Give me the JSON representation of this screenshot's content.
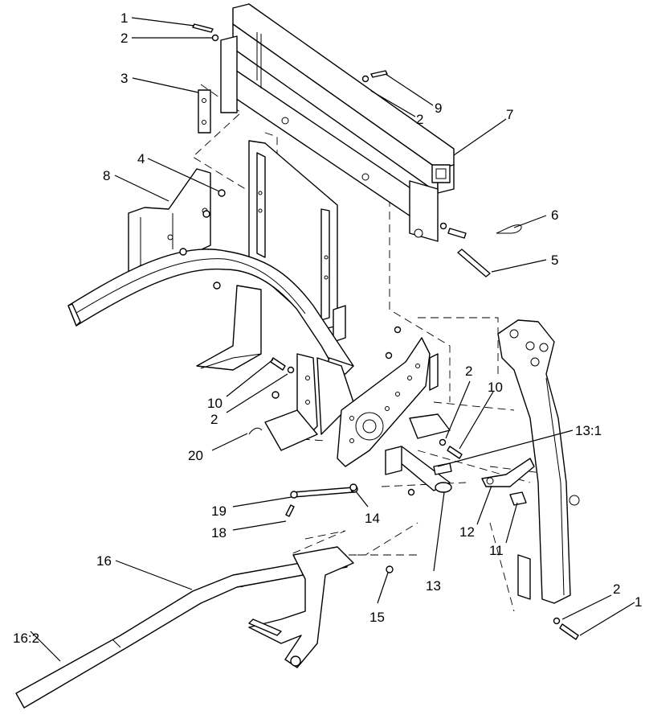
{
  "diagram": {
    "callouts": [
      {
        "id": "c1a",
        "label": "1"
      },
      {
        "id": "c2a",
        "label": "2"
      },
      {
        "id": "c3",
        "label": "3"
      },
      {
        "id": "c9",
        "label": "9"
      },
      {
        "id": "c2b",
        "label": "2"
      },
      {
        "id": "c7",
        "label": "7"
      },
      {
        "id": "c4",
        "label": "4"
      },
      {
        "id": "c8",
        "label": "8"
      },
      {
        "id": "c6",
        "label": "6"
      },
      {
        "id": "c5",
        "label": "5"
      },
      {
        "id": "c2c",
        "label": "2"
      },
      {
        "id": "c10a",
        "label": "10"
      },
      {
        "id": "c10b",
        "label": "10"
      },
      {
        "id": "c2d",
        "label": "2"
      },
      {
        "id": "c13-1",
        "label": "13:1"
      },
      {
        "id": "c20",
        "label": "20"
      },
      {
        "id": "c19",
        "label": "19"
      },
      {
        "id": "c14",
        "label": "14"
      },
      {
        "id": "c12",
        "label": "12"
      },
      {
        "id": "c18",
        "label": "18"
      },
      {
        "id": "c11",
        "label": "11"
      },
      {
        "id": "c16",
        "label": "16"
      },
      {
        "id": "c13",
        "label": "13"
      },
      {
        "id": "c2e",
        "label": "2"
      },
      {
        "id": "c1b",
        "label": "1"
      },
      {
        "id": "c15",
        "label": "15"
      },
      {
        "id": "c16-2",
        "label": "16:2"
      }
    ]
  }
}
